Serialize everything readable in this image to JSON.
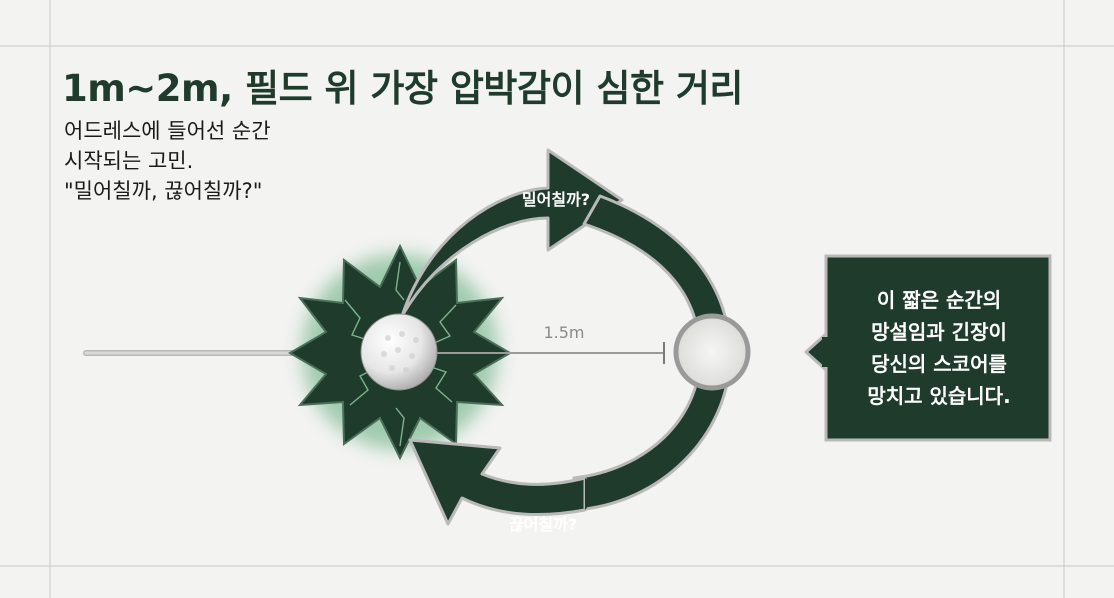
{
  "heading": "1m~2m, 필드 위 가장 압박감이 심한 거리",
  "intro_lines": [
    "어드레스에 들어선 순간",
    "시작되는 고민.",
    "\"밀어칠까, 끊어칠까?\""
  ],
  "diagram": {
    "distance_label": "1.5m",
    "push_label": "밀어칠까?",
    "cut_label": "끊어칠까?"
  },
  "callout_lines": [
    "이 짧은 순간의",
    "망설임과 긴장이",
    "당신의 스코어를",
    "망치고 있습니다."
  ],
  "colors": {
    "dark_green": "#1f3b2b",
    "background": "#f3f3f2",
    "accent_glow": "#3a9a5c"
  },
  "icons": {
    "ball": "golf-ball-icon",
    "hole": "hole-cup-icon"
  }
}
